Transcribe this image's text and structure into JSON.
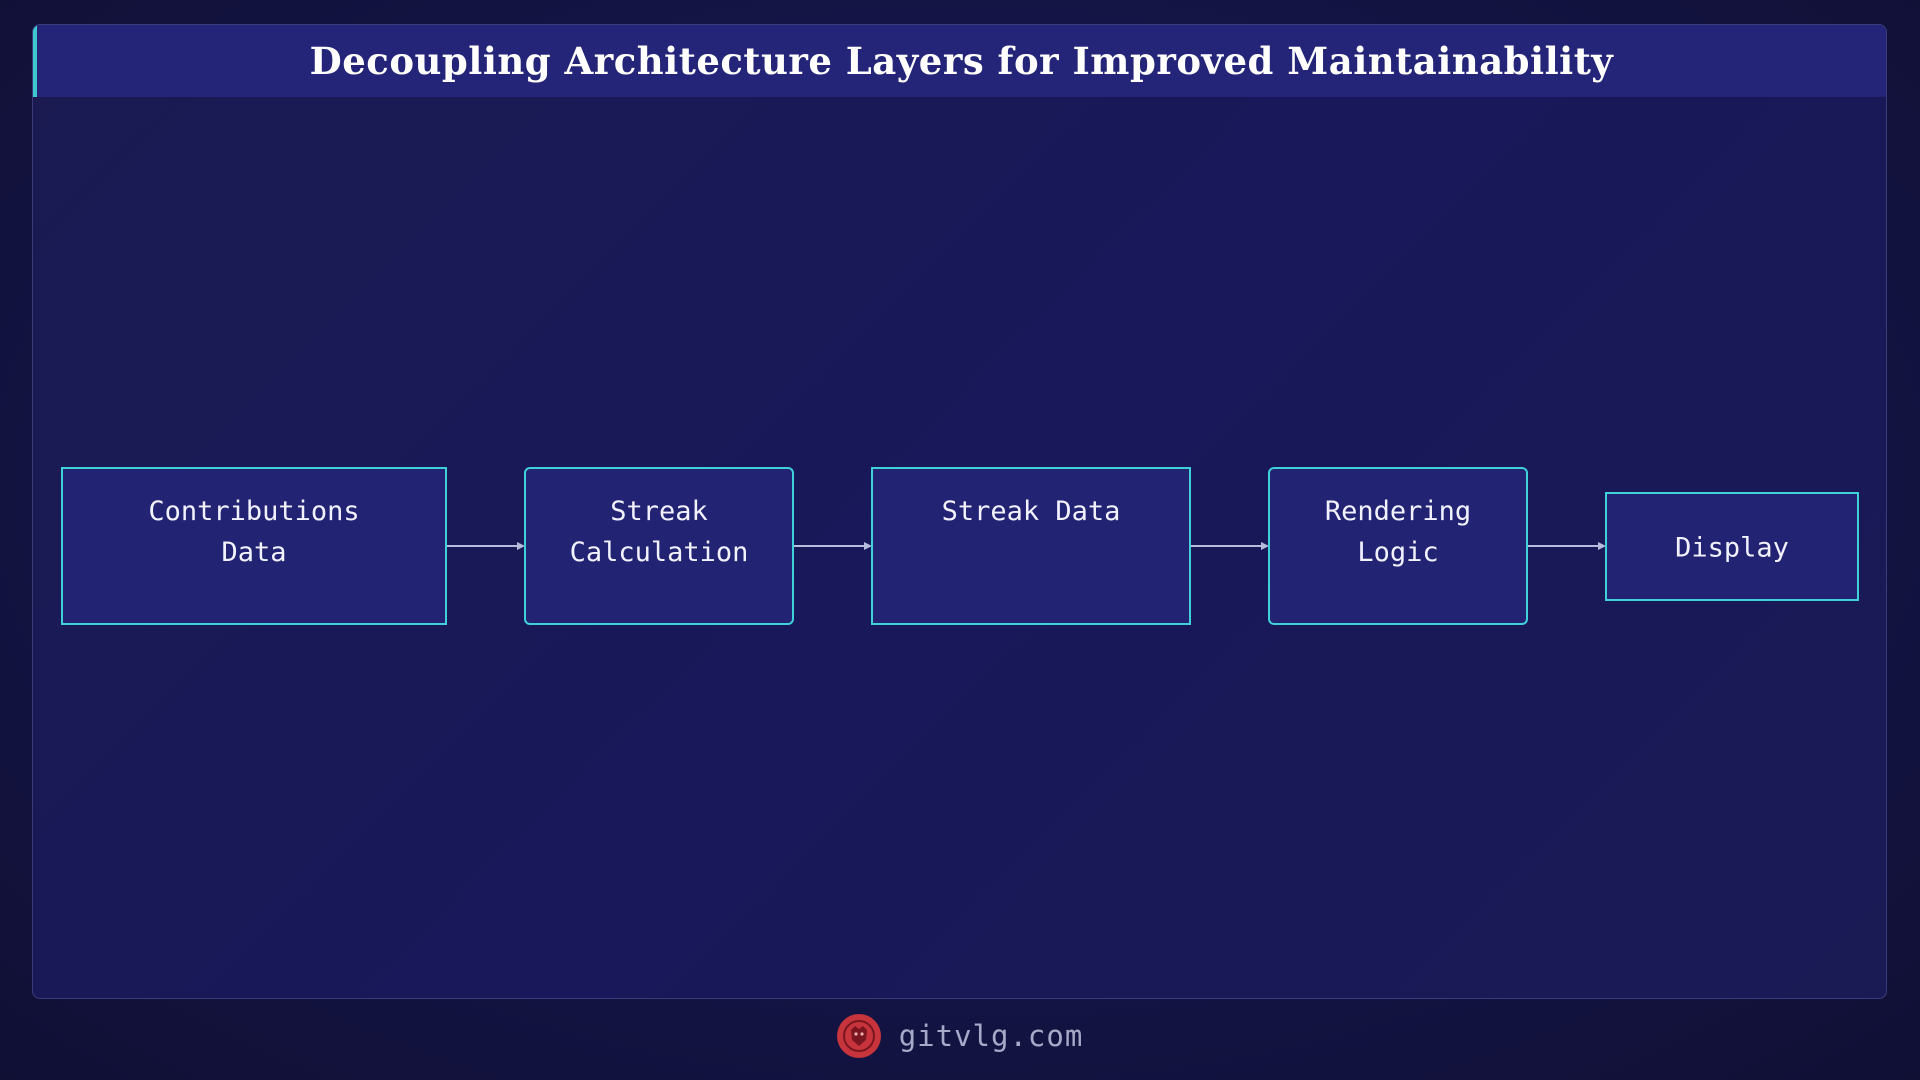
{
  "title": "Decoupling Architecture Layers for Improved Maintainability",
  "diagram": {
    "nodes": [
      {
        "id": "contributions-data",
        "lines": [
          "Contributions",
          "Data"
        ]
      },
      {
        "id": "streak-calculation",
        "lines": [
          "Streak",
          "Calculation"
        ]
      },
      {
        "id": "streak-data",
        "lines": [
          "Streak Data"
        ]
      },
      {
        "id": "rendering-logic",
        "lines": [
          "Rendering",
          "Logic"
        ]
      },
      {
        "id": "display",
        "lines": [
          "Display"
        ]
      }
    ],
    "edges": [
      {
        "from": "contributions-data",
        "to": "streak-calculation"
      },
      {
        "from": "streak-calculation",
        "to": "streak-data"
      },
      {
        "from": "streak-data",
        "to": "rendering-logic"
      },
      {
        "from": "rendering-logic",
        "to": "display"
      }
    ]
  },
  "footer": {
    "logo_icon": "lion-head-icon",
    "site": "gitvlg.com"
  },
  "colors": {
    "node_border": "#3fd0d8",
    "node_fill": "#232374",
    "accent_logo": "#c8343c"
  }
}
